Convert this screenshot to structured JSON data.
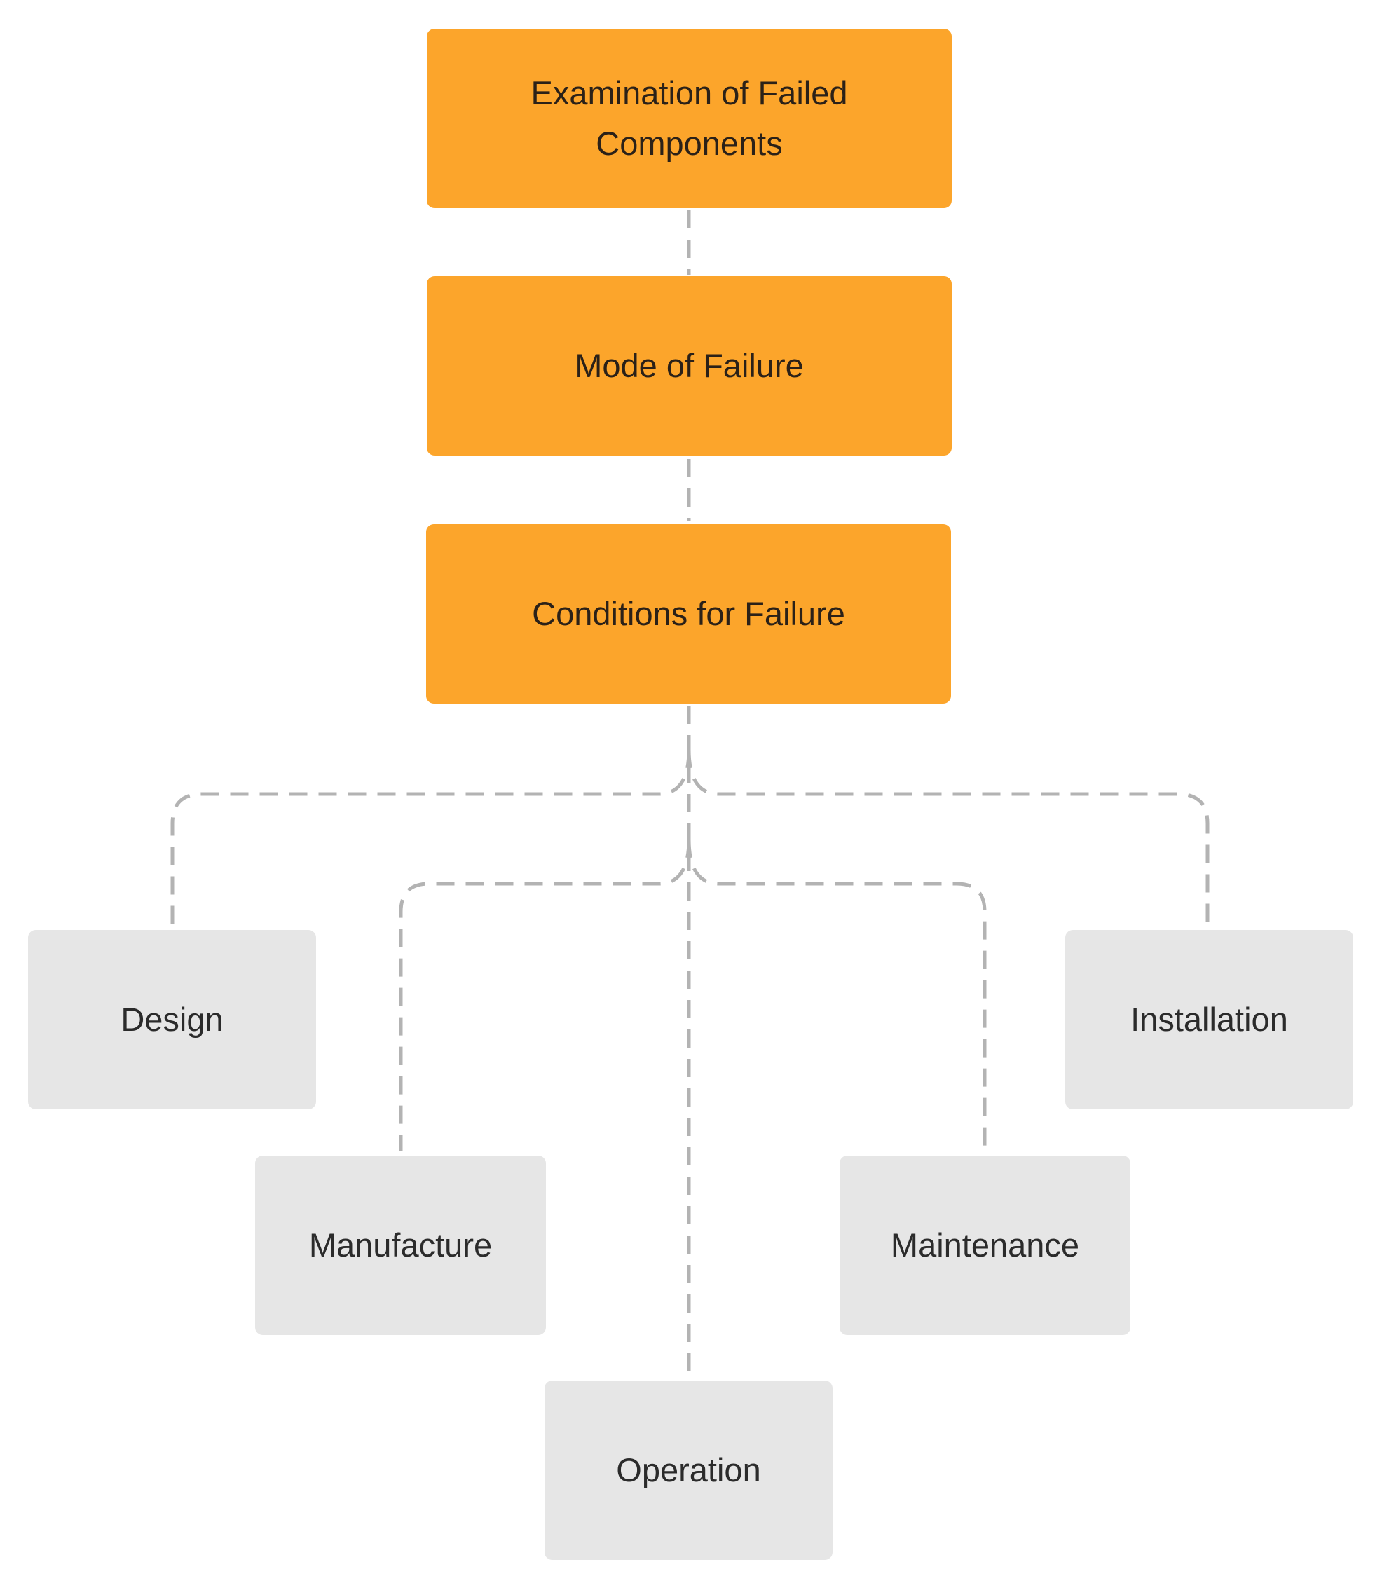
{
  "diagram": {
    "nodes": {
      "examination": "Examination of Failed Components",
      "mode": "Mode of Failure",
      "conditions": "Conditions for Failure",
      "design": "Design",
      "installation": "Installation",
      "manufacture": "Manufacture",
      "maintenance": "Maintenance",
      "operation": "Operation"
    },
    "colors": {
      "primary_fill": "#FCA52B",
      "secondary_fill": "#E6E6E6",
      "connector": "#B3B3B3",
      "primary_text": "#2b2118",
      "secondary_text": "#2b2b2b"
    },
    "connector_style": "dashed"
  }
}
